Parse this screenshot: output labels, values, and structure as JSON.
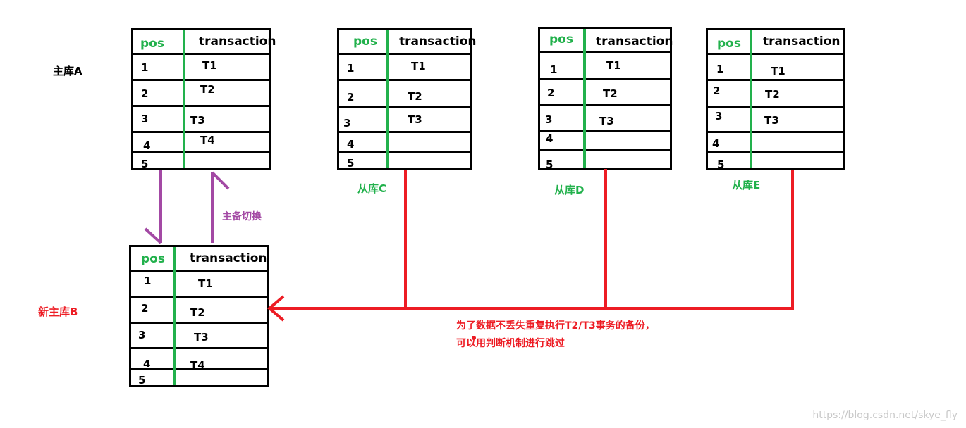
{
  "labels": {
    "master_a": "主库A",
    "slave_c": "从库C",
    "slave_d": "从库D",
    "slave_e": "从库E",
    "new_master_b": "新主库B",
    "switchover": "主备切换",
    "note_line1": "为了数据不丢失重复执行T2/T3事务的备份，",
    "note_line2": "可以用判断机制进行跳过"
  },
  "colors": {
    "green": "#22b14c",
    "red": "#ed1c24",
    "purple": "#a349a4",
    "black": "#000000"
  },
  "tables": {
    "a": {
      "header": [
        "pos",
        "transaction"
      ],
      "rows": [
        [
          "1",
          "T1"
        ],
        [
          "2",
          "T2"
        ],
        [
          "3",
          "T3"
        ],
        [
          "4",
          "T4"
        ],
        [
          "5",
          ""
        ]
      ]
    },
    "c": {
      "header": [
        "pos",
        "transaction"
      ],
      "rows": [
        [
          "1",
          "T1"
        ],
        [
          "2",
          "T2"
        ],
        [
          "3",
          "T3"
        ],
        [
          "4",
          ""
        ],
        [
          "5",
          ""
        ]
      ]
    },
    "d": {
      "header": [
        "pos",
        "transaction"
      ],
      "rows": [
        [
          "1",
          "T1"
        ],
        [
          "2",
          "T2"
        ],
        [
          "3",
          "T3"
        ],
        [
          "4",
          ""
        ],
        [
          "5",
          ""
        ]
      ]
    },
    "e": {
      "header": [
        "pos",
        "transaction"
      ],
      "rows": [
        [
          "1",
          "T1"
        ],
        [
          "2",
          "T2"
        ],
        [
          "3",
          "T3"
        ],
        [
          "4",
          ""
        ],
        [
          "5",
          ""
        ]
      ]
    },
    "b": {
      "header": [
        "pos",
        "transaction"
      ],
      "rows": [
        [
          "1",
          "T1"
        ],
        [
          "2",
          "T2"
        ],
        [
          "3",
          "T3"
        ],
        [
          "4",
          "T4"
        ],
        [
          "5",
          ""
        ]
      ]
    }
  },
  "watermark": "https://blog.csdn.net/skye_fly"
}
